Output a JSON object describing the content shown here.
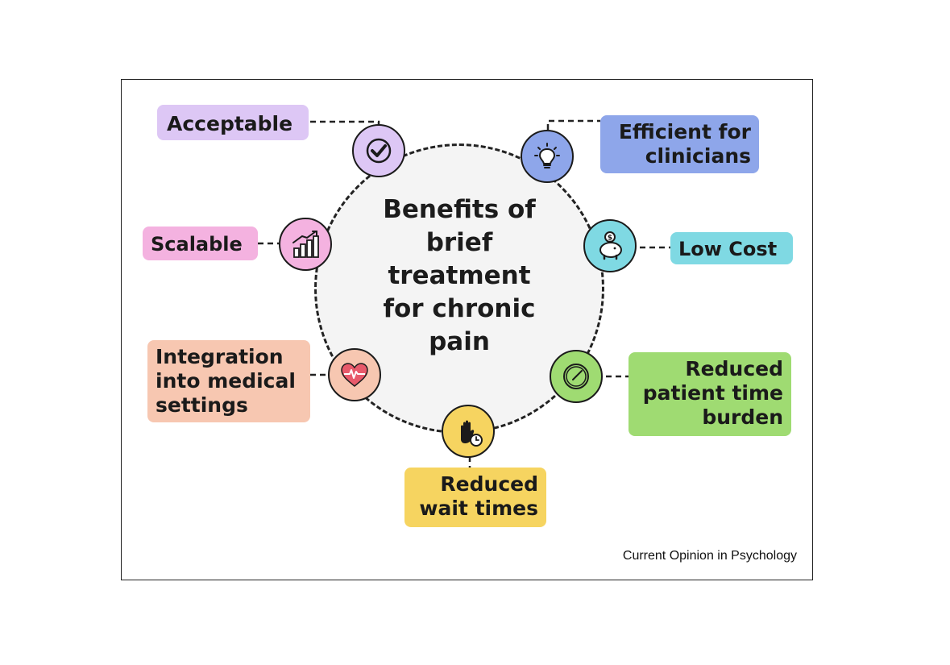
{
  "title": "Benefits of brief treatment for chronic pain",
  "title_lines": [
    "Benefits of",
    "brief",
    "treatment",
    "for chronic",
    "pain"
  ],
  "source": "Current Opinion in Psychology",
  "benefits": [
    {
      "label_lines": [
        "Acceptable"
      ],
      "icon": "checkmark-icon",
      "color": "#ddc7f5"
    },
    {
      "label_lines": [
        "Efficient for",
        "clinicians"
      ],
      "icon": "lightbulb-icon",
      "color": "#8ea6ea"
    },
    {
      "label_lines": [
        "Low Cost"
      ],
      "icon": "piggy-bank-icon",
      "color": "#7fd9e3"
    },
    {
      "label_lines": [
        "Reduced",
        "patient time",
        "burden"
      ],
      "icon": "clock-icon",
      "color": "#9fdb72"
    },
    {
      "label_lines": [
        "Reduced",
        "wait times"
      ],
      "icon": "hand-stop-clock-icon",
      "color": "#f6d460"
    },
    {
      "label_lines": [
        "Integration",
        "into medical",
        "settings"
      ],
      "icon": "heart-pulse-icon",
      "color": "#f7c7b1"
    },
    {
      "label_lines": [
        "Scalable"
      ],
      "icon": "growth-chart-icon",
      "color": "#f4b2e0"
    }
  ]
}
